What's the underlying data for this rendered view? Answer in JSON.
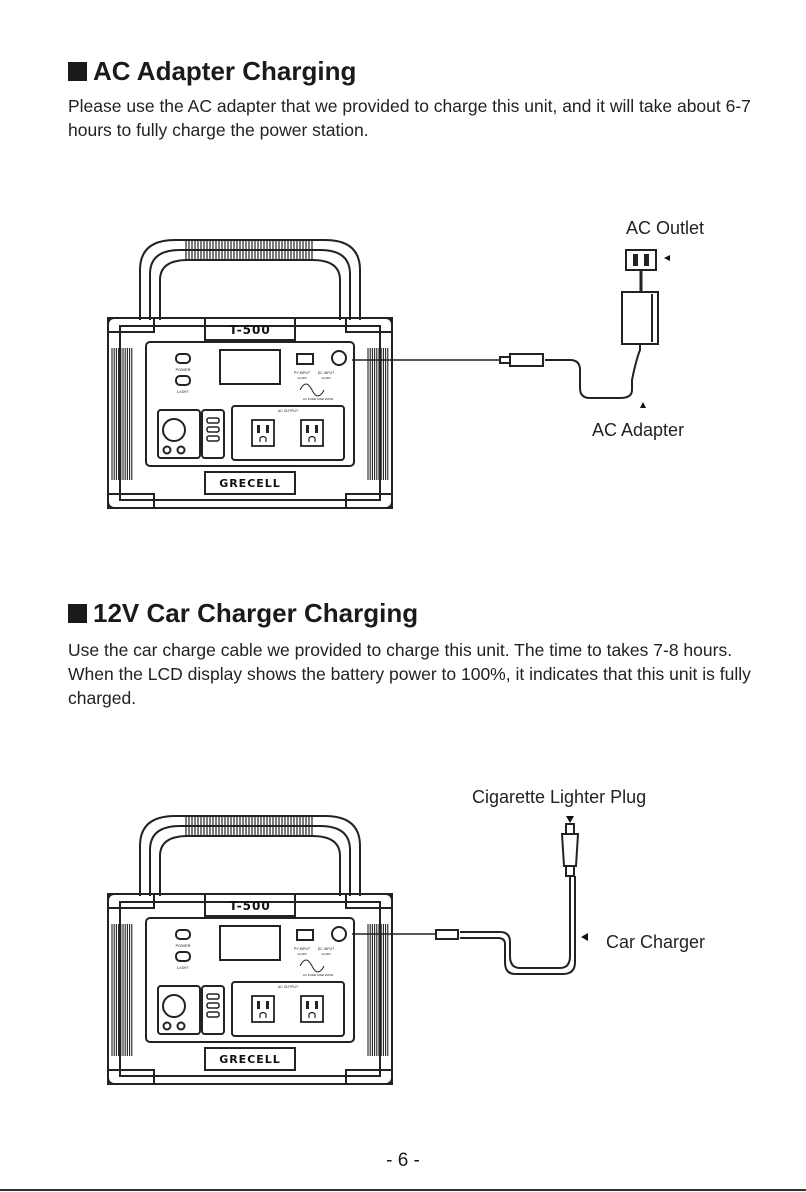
{
  "section1": {
    "title": "AC Adapter Charging",
    "body": "Please use the AC adapter that we provided to charge this unit, and it will take about 6-7 hours to fully charge the power station.",
    "callouts": {
      "outlet": "AC Outlet",
      "adapter": "AC Adapter"
    }
  },
  "section2": {
    "title": "12V Car Charger Charging",
    "body": "Use the car charge cable we provided to charge this unit. The time to takes 7-8 hours. When the LCD display shows the battery power to 100%, it indicates that this unit is fully charged.",
    "callouts": {
      "plug": "Cigarette Lighter Plug",
      "charger": "Car Charger"
    }
  },
  "device": {
    "model": "T-500",
    "brand": "GRECELL",
    "labels": {
      "power": "POWER",
      "light": "LIGHT",
      "pv_input": "PV INPUT",
      "dc_input": "DC INPUT",
      "pv_range": "12-28V",
      "dc_range": "12-28V",
      "ac_output": "AC OUTPUT",
      "sine": "AC PURE SINE WAVE"
    }
  },
  "footer": {
    "page": "- 6 -"
  }
}
